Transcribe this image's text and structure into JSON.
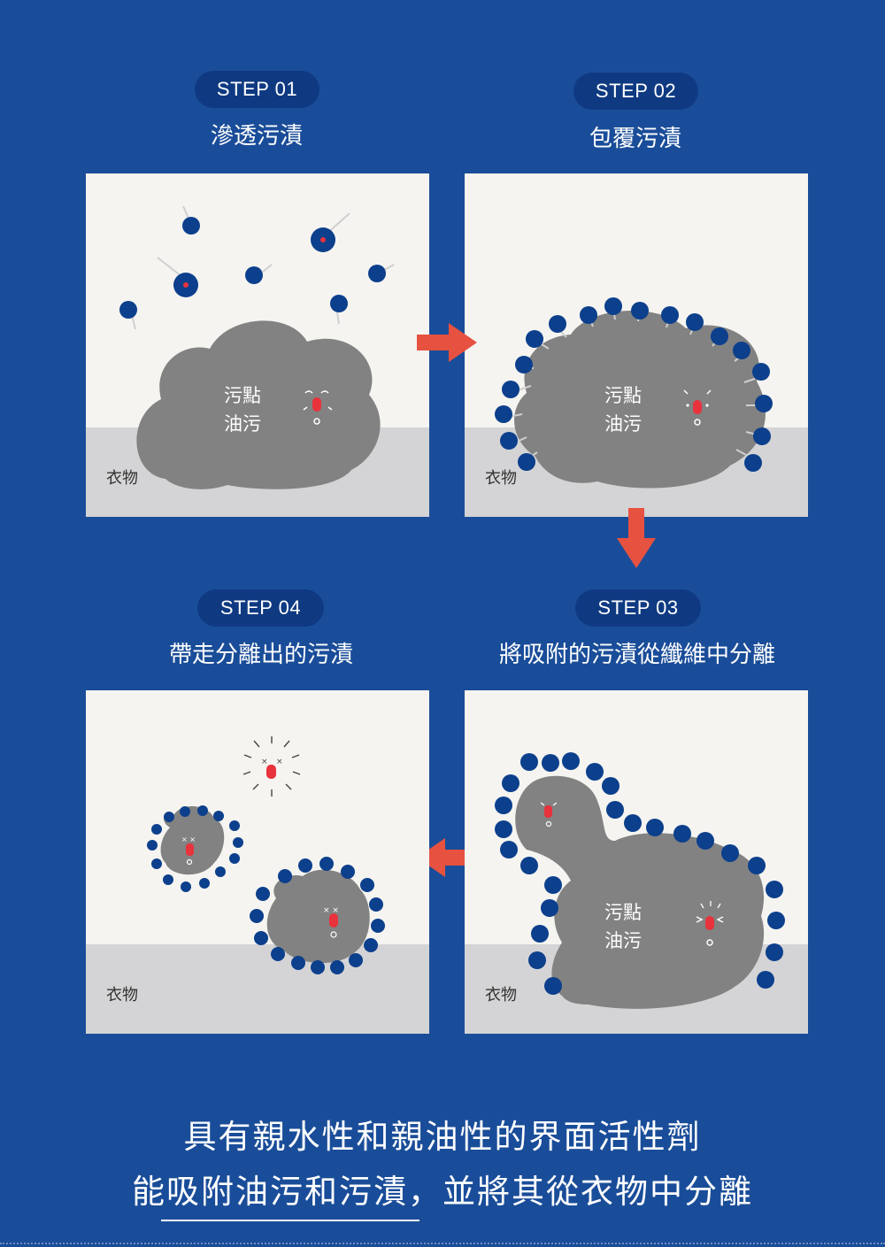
{
  "steps": [
    {
      "id": "step01",
      "label": "STEP 01",
      "title": "滲透污漬"
    },
    {
      "id": "step02",
      "label": "STEP 02",
      "title": "包覆污漬"
    },
    {
      "id": "step03",
      "label": "STEP 03",
      "title": "將吸附的污漬從纖維中分離"
    },
    {
      "id": "step04",
      "label": "STEP 04",
      "title": "帶走分離出的污漬"
    }
  ],
  "labels": {
    "stain_line1": "污點",
    "stain_line2": "油污",
    "fabric": "衣物"
  },
  "caption": {
    "line1": "具有親水性和親油性的界面活性劑",
    "line2": "能吸附油污和污漬，並將其從衣物中分離"
  },
  "colors": {
    "background": "#1a4d99",
    "pill": "#0f3a82",
    "panel": "#f5f4f0",
    "fabric": "#d4d4d6",
    "stain": "#828282",
    "molecule": "#0c3f8c",
    "arrow": "#e65140",
    "face": "#e8323c"
  }
}
